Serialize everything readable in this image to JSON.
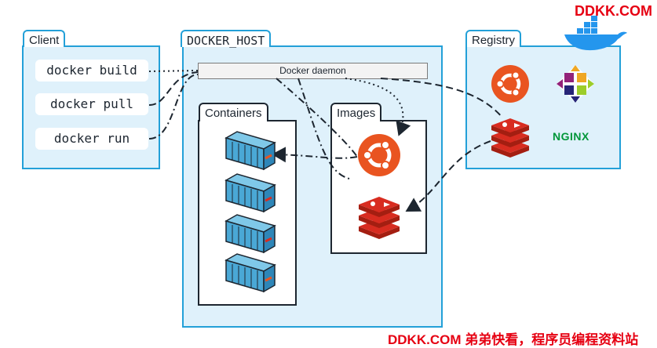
{
  "client": {
    "title": "Client",
    "commands": [
      "docker build",
      "docker pull",
      "docker run"
    ]
  },
  "host": {
    "title": "DOCKER_HOST",
    "daemon_label": "Docker daemon",
    "containers_title": "Containers",
    "images_title": "Images"
  },
  "registry": {
    "title": "Registry",
    "nginx_label": "NGINX"
  },
  "watermark": {
    "top": "DDKK.COM",
    "bottom": "DDKK.COM 弟弟快看，程序员编程资料站"
  },
  "icons": {
    "whale": "docker-whale-icon",
    "ubuntu": "ubuntu-logo-icon",
    "redis": "redis-logo-icon",
    "centos": "centos-logo-icon",
    "nginx": "nginx-logo-icon",
    "container": "container-icon"
  },
  "colors": {
    "panel_border": "#23a0d8",
    "panel_fill": "#dff1fb",
    "ubuntu": "#e95420",
    "redis": "#d82c20",
    "nginx": "#009639",
    "watermark": "#e60012"
  }
}
